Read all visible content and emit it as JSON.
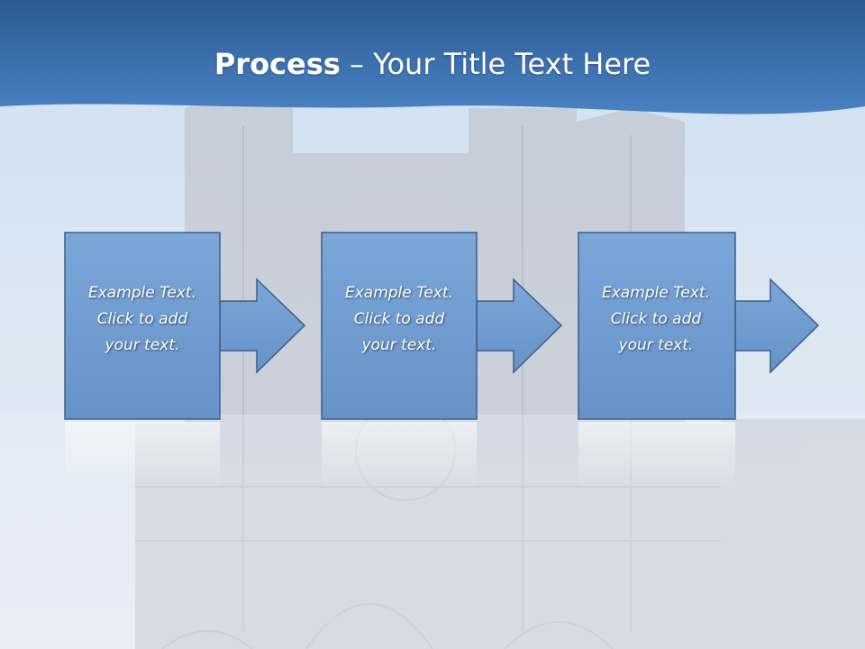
{
  "title": {
    "bold": "Process",
    "rest": " – Your Title Text Here"
  },
  "steps": [
    {
      "lines": [
        "Example Text.",
        "Click  to add",
        "your text."
      ]
    },
    {
      "lines": [
        "Example Text.",
        "Click  to add",
        "your text."
      ]
    },
    {
      "lines": [
        "Example Text.",
        "Click  to add",
        "your text."
      ]
    }
  ],
  "colors": {
    "header": "#3d70ae",
    "box_fill": "#6f9cd0",
    "box_border": "#3e5f86",
    "text": "#ffffff"
  }
}
